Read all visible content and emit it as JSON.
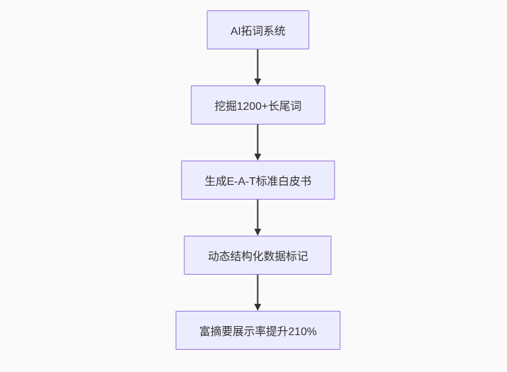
{
  "page": {
    "background_color": "#fafafa"
  },
  "flowchart": {
    "type": "flowchart",
    "direction": "top-down",
    "node_fill_color": "#ececff",
    "node_border_color": "#9370db",
    "node_text_color": "#333333",
    "arrow_color": "#333333",
    "nodes": [
      {
        "id": "A",
        "label": "AI拓词系统"
      },
      {
        "id": "B",
        "label": "挖掘1200+长尾词"
      },
      {
        "id": "C",
        "label": "生成E-A-T标准白皮书"
      },
      {
        "id": "D",
        "label": "动态结构化数据标记"
      },
      {
        "id": "E",
        "label": "富摘要展示率提升210%"
      }
    ],
    "edges": [
      {
        "from": "A",
        "to": "B"
      },
      {
        "from": "B",
        "to": "C"
      },
      {
        "from": "C",
        "to": "D"
      },
      {
        "from": "D",
        "to": "E"
      }
    ]
  }
}
